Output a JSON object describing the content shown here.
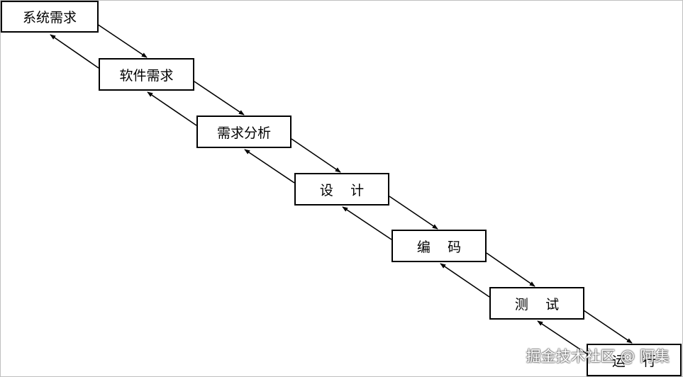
{
  "diagram": {
    "stages": [
      {
        "label": "系统需求"
      },
      {
        "label": "软件需求"
      },
      {
        "label": "需求分析"
      },
      {
        "label": "设    计"
      },
      {
        "label": "编    码"
      },
      {
        "label": "测    试"
      },
      {
        "label": "运    行"
      }
    ],
    "line_color": "#000000"
  },
  "watermark": {
    "text": "掘金技术社区 @ 阿集"
  }
}
